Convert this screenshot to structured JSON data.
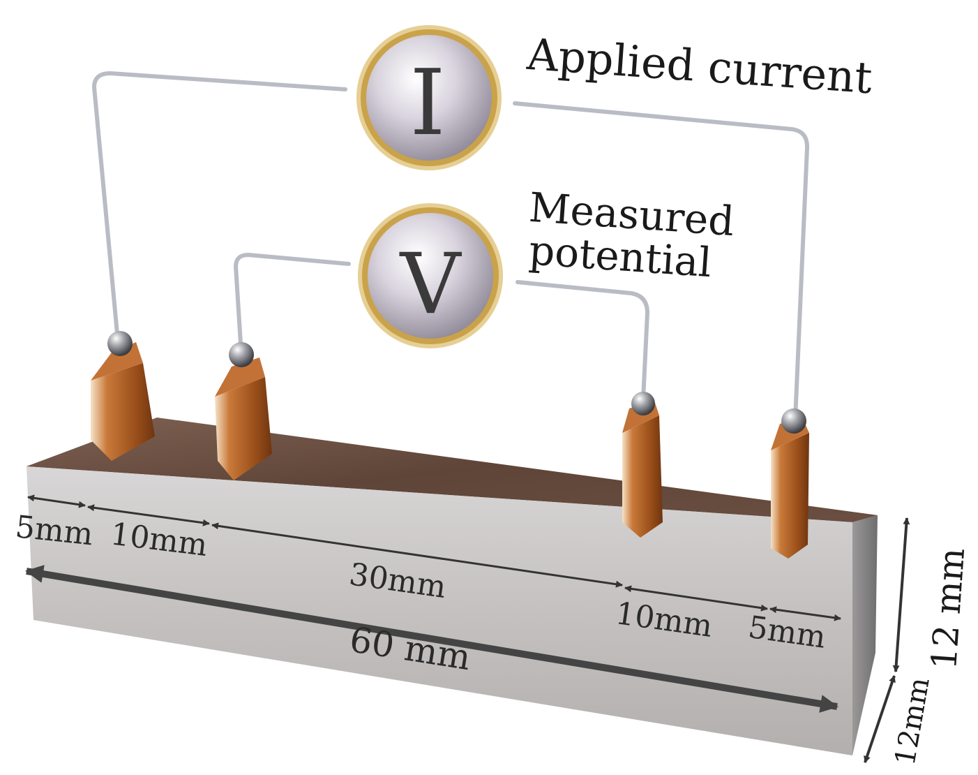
{
  "meters": {
    "current_symbol": "I",
    "potential_symbol": "V"
  },
  "labels": {
    "applied_current": "Applied current",
    "measured_line1": "Measured",
    "measured_line2": "potential"
  },
  "dimensions": {
    "seg1": "5mm",
    "seg2": "10mm",
    "seg3": "30mm",
    "seg4": "10mm",
    "seg5": "5mm",
    "total_length": "60 mm",
    "height": "12 mm",
    "depth": "12mm"
  },
  "colors": {
    "copper": "#b8621f",
    "wire": "#b9bcc4",
    "gold_ring": "#c9a24a",
    "block_top": "#6e5346",
    "block_front": "#c9c5c3",
    "block_side": "#8c8a8a"
  }
}
